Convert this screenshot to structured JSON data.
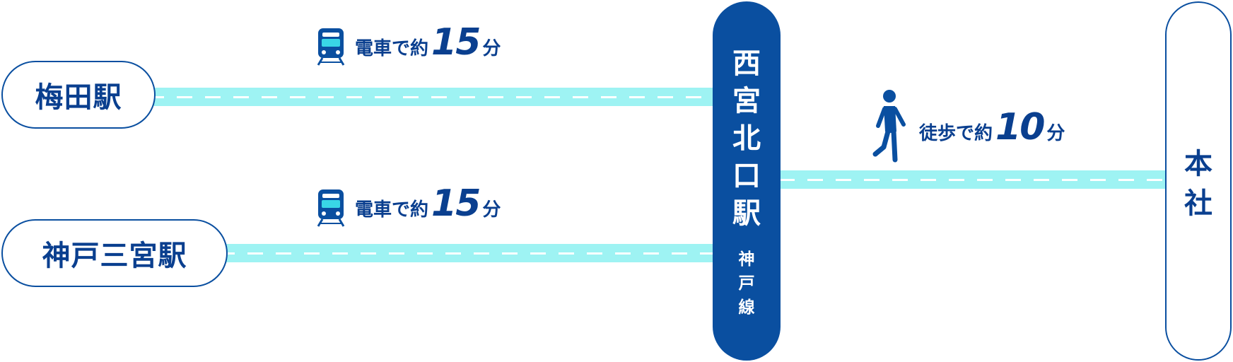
{
  "origins": [
    {
      "name": "梅田駅",
      "method": "電車で約",
      "minutes": "15",
      "unit": "分",
      "icon": "train-icon"
    },
    {
      "name": "神戸三宮駅",
      "method": "電車で約",
      "minutes": "15",
      "unit": "分",
      "icon": "train-icon"
    }
  ],
  "transfer_station": {
    "name_chars": [
      "西",
      "宮",
      "北",
      "口",
      "駅"
    ],
    "line_chars": [
      "神",
      "戸",
      "線"
    ]
  },
  "walk": {
    "method": "徒歩で約",
    "minutes": "10",
    "unit": "分",
    "icon": "walking-person-icon"
  },
  "destination": {
    "name_chars": [
      "本",
      "社"
    ]
  },
  "colors": {
    "primary": "#0a4fa0",
    "track": "#9ef3f3",
    "text": "#0a3f8f"
  }
}
